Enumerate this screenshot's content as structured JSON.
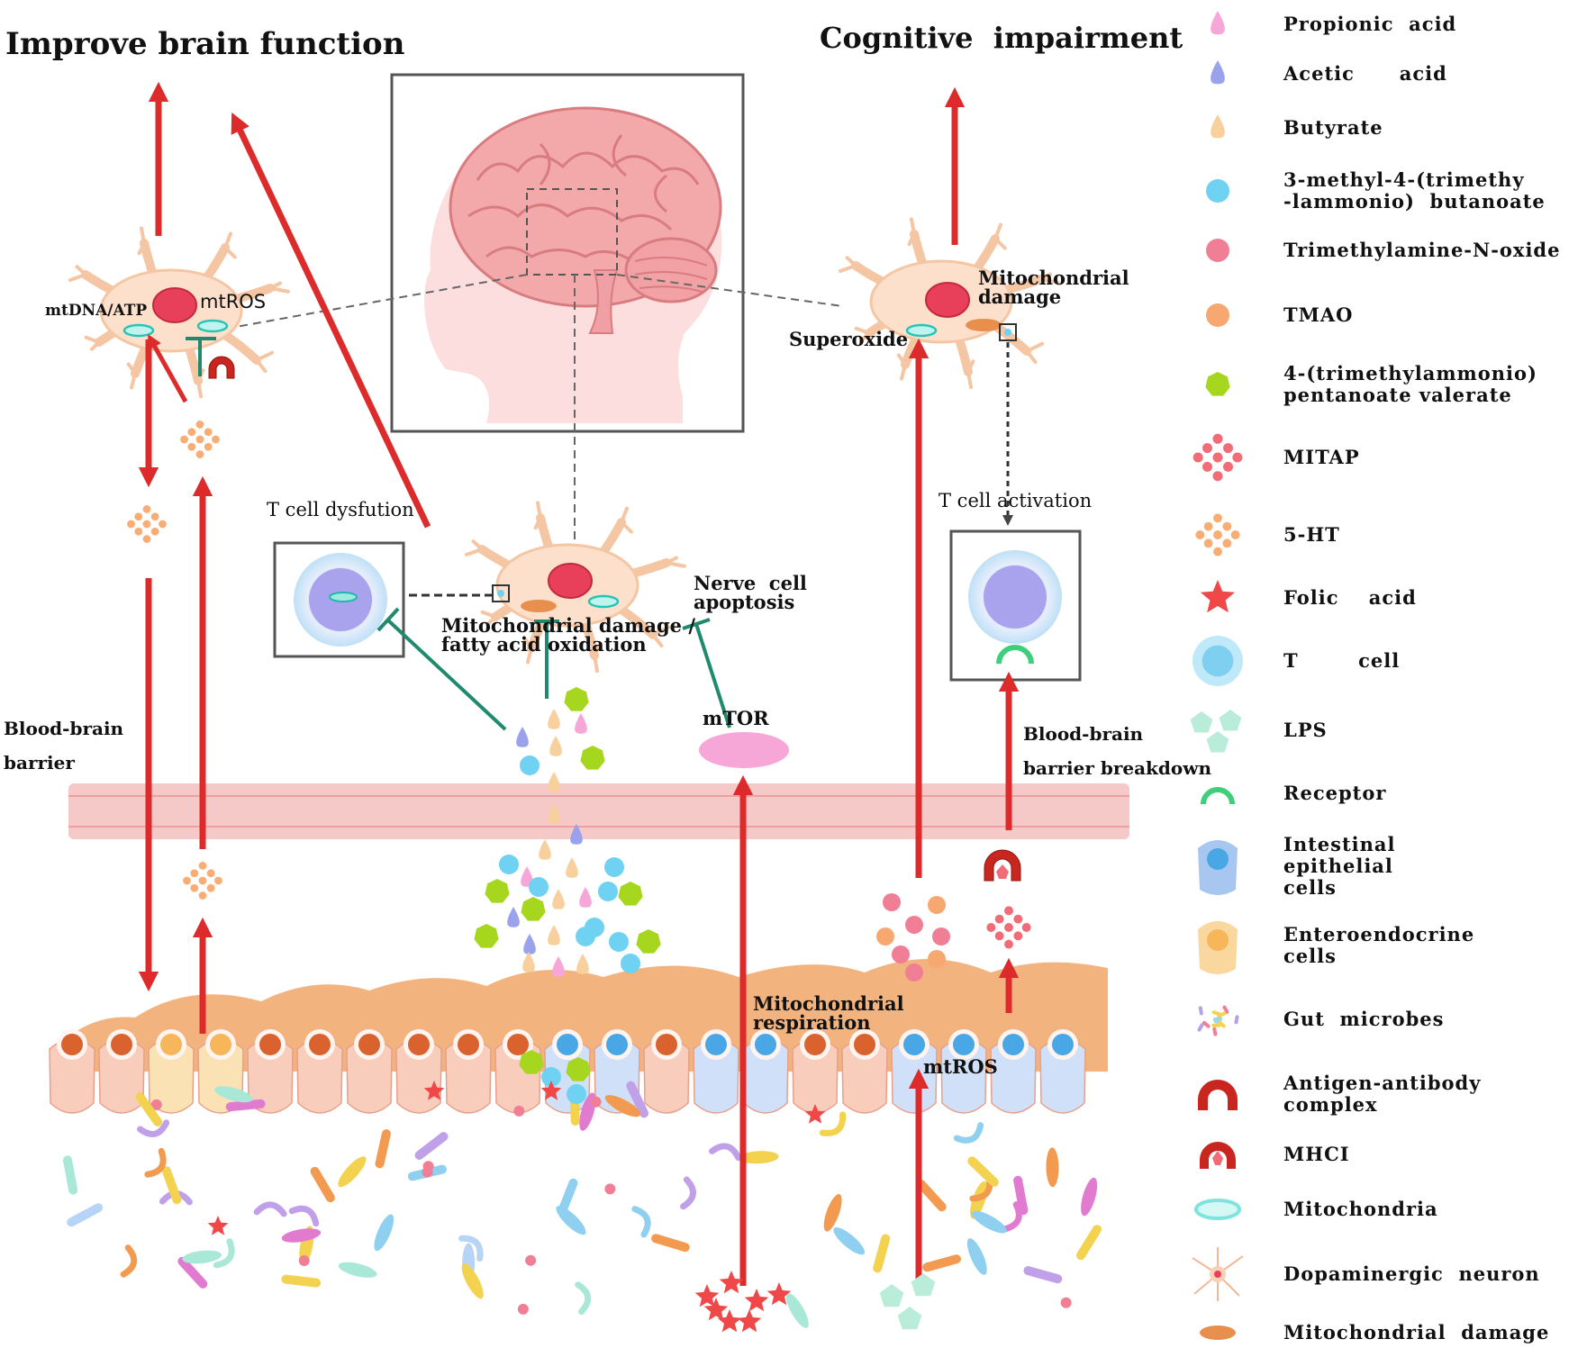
{
  "titles": {
    "left": "Improve brain function",
    "right": "Cognitive  impairment"
  },
  "labels": {
    "mtdna_atp": "mtDNA/ATP",
    "mtros_top": "mtROS",
    "mito_damage_right": "Mitochondrial\ndamage",
    "superoxide": "Superoxide",
    "t_cell_dysfunction": "T cell dysfution",
    "t_cell_activation": "T cell activation",
    "nerve_cell_apoptosis": "Nerve  cell\napoptosis",
    "mito_damage_fao": "Mitochondrial damage /\nfatty acid oxidation",
    "mtor": "mTOR",
    "bbb_left": "Blood-brain\nbarrier",
    "bbb_breakdown": "Blood-brain\nbarrier breakdown",
    "mito_respiration": "Mitochondrial\nrespiration",
    "mtros_gut": "mtROS"
  },
  "legend": [
    {
      "label": "Propionic  acid",
      "icon": "pink-triangle-icon",
      "color": "#f7a6d8"
    },
    {
      "label": "Acetic      acid",
      "icon": "blue-triangle-icon",
      "color": "#9aa2ec"
    },
    {
      "label": "Butyrate",
      "icon": "peach-triangle-icon",
      "color": "#f8d09e"
    },
    {
      "label": "3-methyl-4-(trimethy\n-lammonio)  butanoate",
      "icon": "cyan-circle-icon",
      "color": "#6fd2f2"
    },
    {
      "label": "Trimethylamine-N-oxide",
      "icon": "pink-circle-icon",
      "color": "#f07f96"
    },
    {
      "label": "TMAO",
      "icon": "orange-circle-icon",
      "color": "#f6a870"
    },
    {
      "label": "4-(trimethylammonio)\npentanoate valerate",
      "icon": "green-heptagon-icon",
      "color": "#a6d61e"
    },
    {
      "label": "MITAP",
      "icon": "red-cluster-icon",
      "color": "#f26c78"
    },
    {
      "label": "5-HT",
      "icon": "orange-cluster-icon",
      "color": "#f7ad74"
    },
    {
      "label": "Folic    acid",
      "icon": "red-star-icon",
      "color": "#f04848"
    },
    {
      "label": "T        cell",
      "icon": "t-cell-icon",
      "color": "#bfe9f8"
    },
    {
      "label": "LPS",
      "icon": "green-pentagons-icon",
      "color": "#b9ecd9"
    },
    {
      "label": "Receptor",
      "icon": "receptor-icon",
      "color": "#3fcf7c"
    },
    {
      "label": "Intestinal\nepithelial\ncells",
      "icon": "epithelial-cell-icon",
      "color": "#a7c6f0"
    },
    {
      "label": "Enteroendocrine\ncells",
      "icon": "enteroendocrine-cell-icon",
      "color": "#f9d79e"
    },
    {
      "label": "Gut  microbes",
      "icon": "gut-microbes-icon",
      "color": "#9fd7e6"
    },
    {
      "label": "Antigen-antibody\ncomplex",
      "icon": "antigen-antibody-icon",
      "color": "#c9261f"
    },
    {
      "label": "MHCI",
      "icon": "mhci-icon",
      "color": "#c9261f"
    },
    {
      "label": "Mitochondria",
      "icon": "mitochondria-icon",
      "color": "#7fe3de"
    },
    {
      "label": "Dopaminergic  neuron",
      "icon": "neuron-icon",
      "color": "#f9cfb5"
    },
    {
      "label": "Mitochondrial  damage",
      "icon": "mito-damage-icon",
      "color": "#e88f4e"
    }
  ],
  "colors": {
    "arrow_red": "#dd2a2a",
    "inhibit_teal": "#1f8a6e",
    "neuron": "#fde0cc",
    "nucleus": "#e8405a",
    "barrier": "#f2b8b8",
    "epithelium_top": "#f3b37e"
  }
}
